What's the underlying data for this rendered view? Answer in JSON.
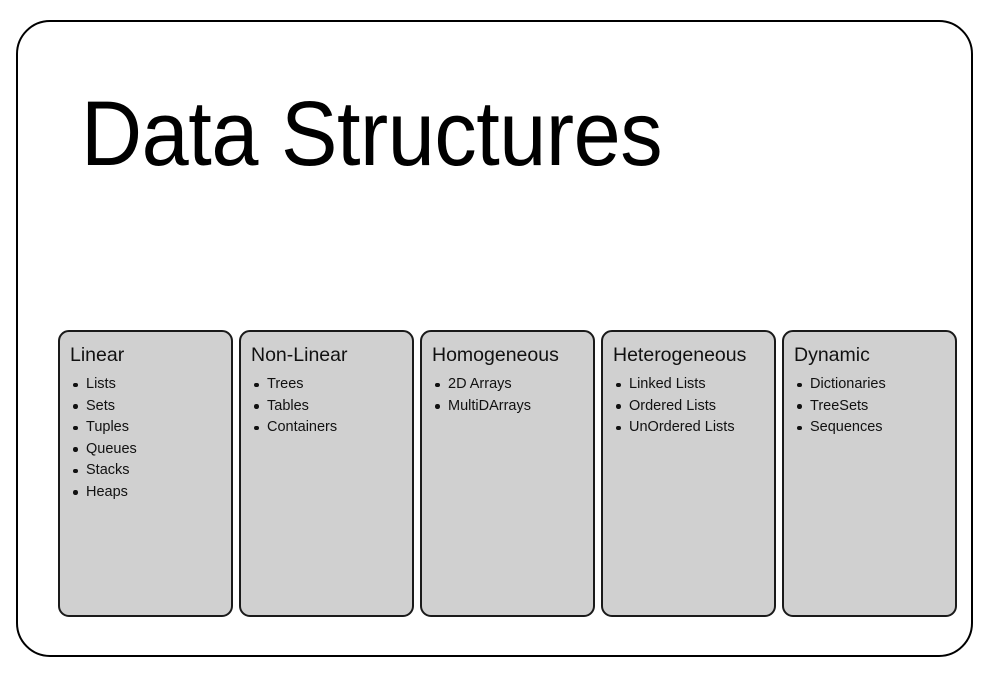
{
  "slide": {
    "title": "Data Structures",
    "background_color": "#ffffff",
    "frame_border_color": "#000000",
    "card_fill_color": "#d0d0d0",
    "card_border_color": "#1a1a1a",
    "text_color": "#111111"
  },
  "cards": [
    {
      "heading": "Linear",
      "items": [
        "Lists",
        "Sets",
        "Tuples",
        "Queues",
        "Stacks",
        "Heaps"
      ]
    },
    {
      "heading": "Non-Linear",
      "items": [
        "Trees",
        "Tables",
        "Containers"
      ]
    },
    {
      "heading": "Homogeneous",
      "items": [
        "2D Arrays",
        "MultiDArrays"
      ]
    },
    {
      "heading": "Heterogeneous",
      "items": [
        "Linked Lists",
        "Ordered Lists",
        "UnOrdered Lists"
      ]
    },
    {
      "heading": "Dynamic",
      "items": [
        "Dictionaries",
        "TreeSets",
        "Sequences"
      ]
    }
  ]
}
